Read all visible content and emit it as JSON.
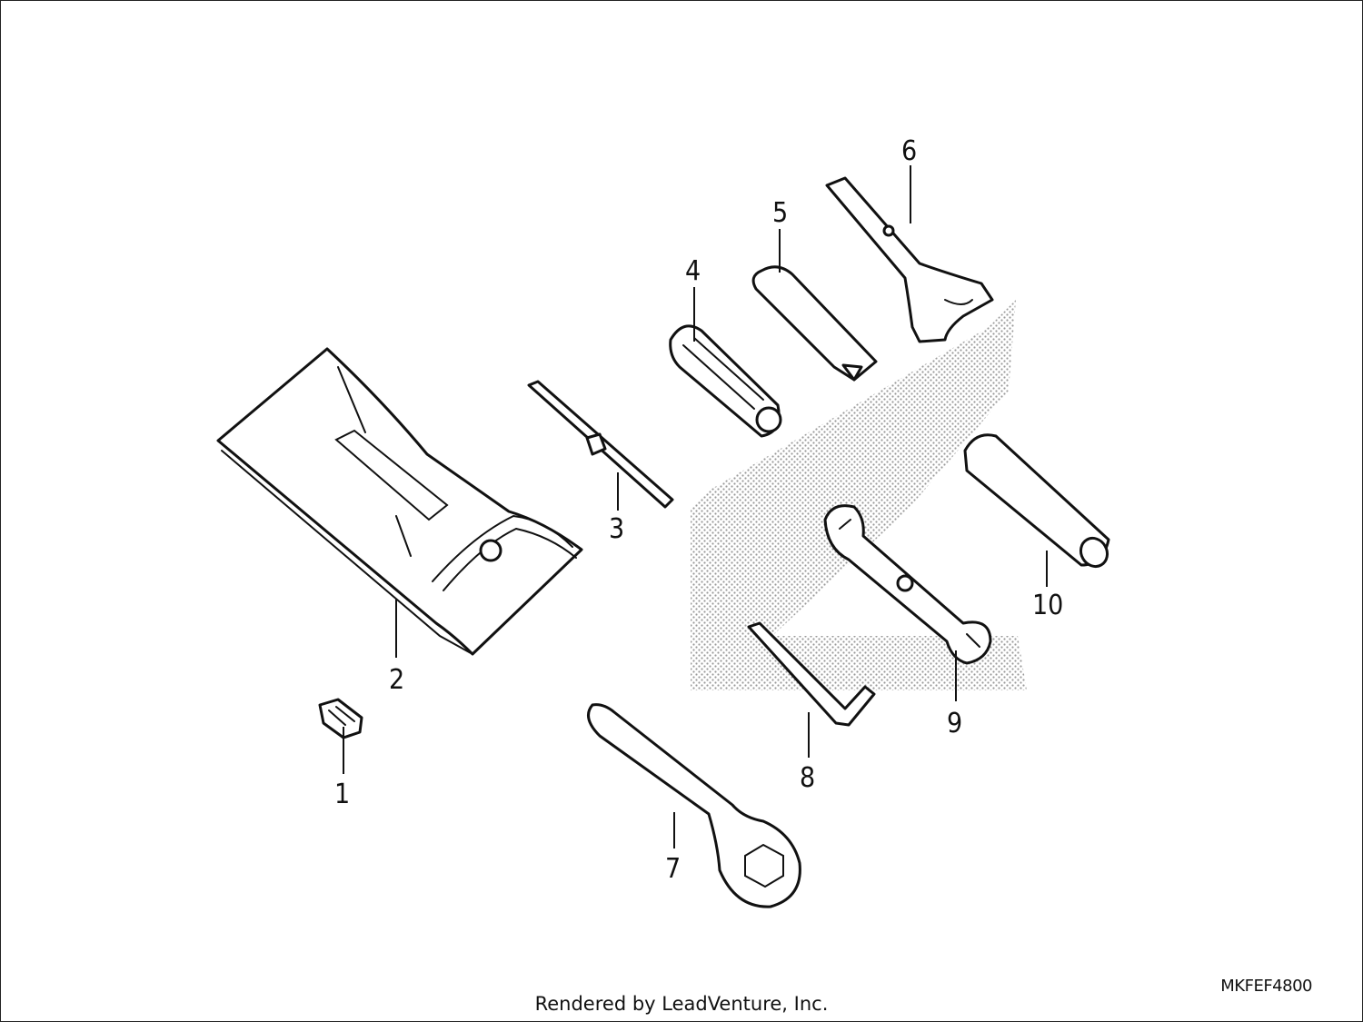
{
  "callouts": [
    "1",
    "2",
    "3",
    "4",
    "5",
    "6",
    "7",
    "8",
    "9",
    "10"
  ],
  "diagram_code": "MKFEF4800",
  "credit": "Rendered by LeadVenture, Inc.",
  "colors": {
    "line": "#111111",
    "background": "#ffffff",
    "watermark": "#9a9a9a"
  }
}
